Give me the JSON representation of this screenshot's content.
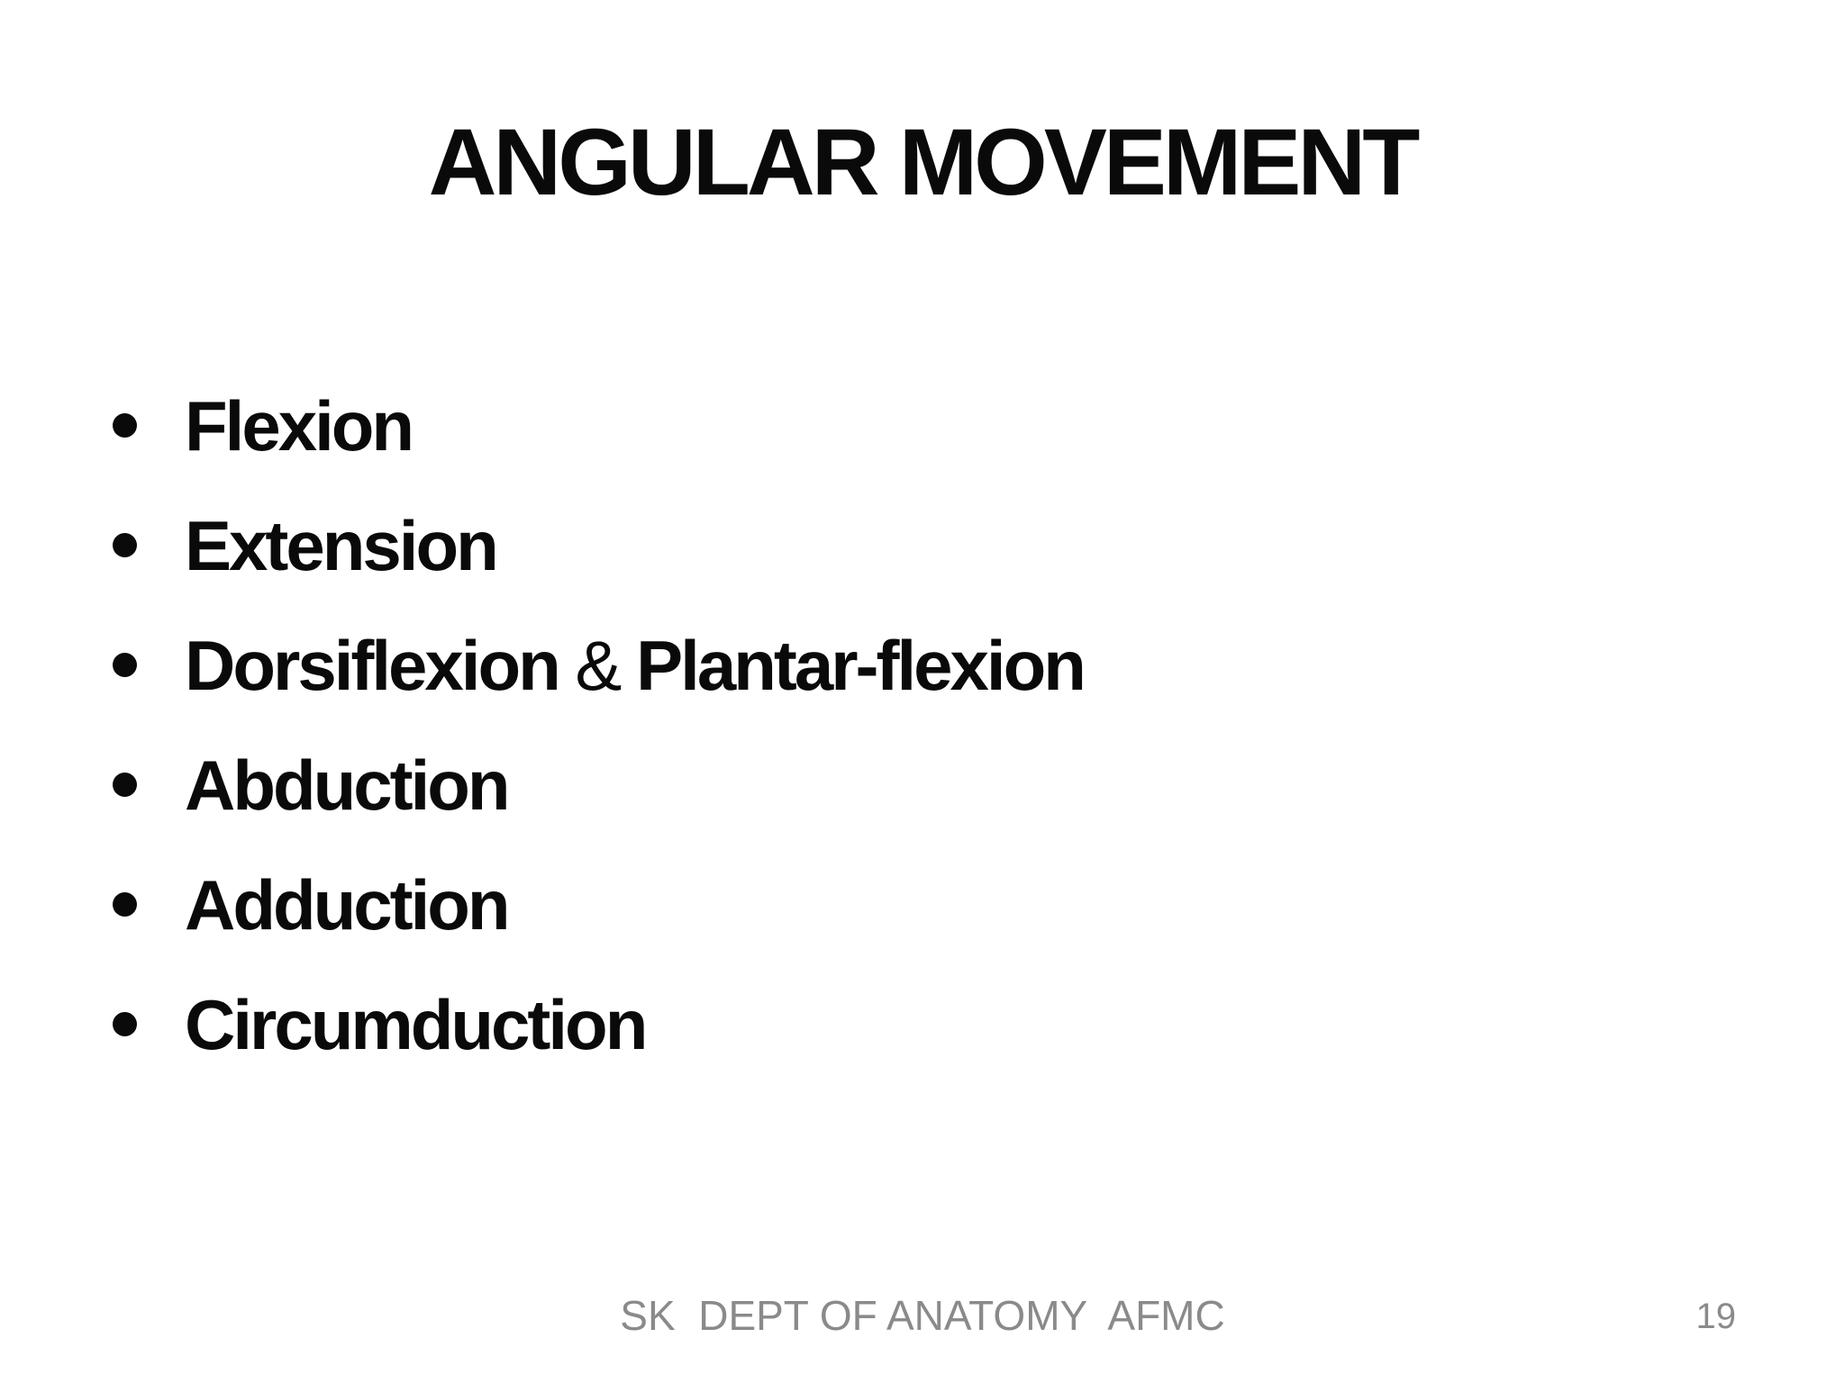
{
  "slide": {
    "title": "ANGULAR MOVEMENT",
    "bullets": [
      {
        "segments": [
          {
            "text": "Flexion",
            "weight": "bold"
          }
        ]
      },
      {
        "segments": [
          {
            "text": "Extension",
            "weight": "bold"
          }
        ]
      },
      {
        "segments": [
          {
            "text": "Dorsiflexion ",
            "weight": "bold"
          },
          {
            "text": "& ",
            "weight": "normal"
          },
          {
            "text": "Plantar-flexion",
            "weight": "bold"
          }
        ]
      },
      {
        "segments": [
          {
            "text": "Abduction",
            "weight": "bold"
          }
        ]
      },
      {
        "segments": [
          {
            "text": "Adduction",
            "weight": "bold"
          }
        ]
      },
      {
        "segments": [
          {
            "text": "Circumduction",
            "weight": "bold"
          }
        ]
      }
    ],
    "footer": {
      "credit": "SK  DEPT OF ANATOMY  AFMC",
      "page_number": "19"
    },
    "colors": {
      "text": "#0a0a0a",
      "footer_text": "#8a8a8a",
      "background": "#ffffff"
    }
  }
}
